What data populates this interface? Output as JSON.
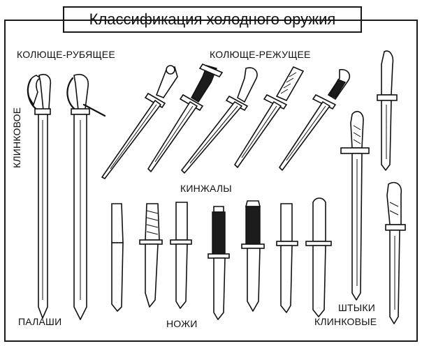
{
  "title": "Классификация холодного оружия",
  "labels": {
    "kolyusche_rubyaschee": "КОЛЮЩЕ-РУБЯЩЕЕ",
    "kolyusche_rezhuschee": "КОЛЮЩЕ-РЕЖУЩЕЕ",
    "klinkovoe": "КЛИНКОВОЕ",
    "kinzhaly": "КИНЖАЛЫ",
    "palashi": "ПАЛАШИ",
    "nozhi": "НОЖИ",
    "shtyki": "ШТЫКИ",
    "klinkovye": "КЛИНКОВЫЕ"
  },
  "colors": {
    "ink": "#111111",
    "background": "#ffffff"
  }
}
